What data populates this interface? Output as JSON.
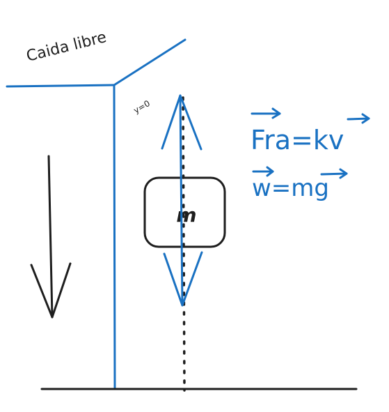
{
  "title": "Caida libre",
  "origin_label": "y=0",
  "mass_label": "m",
  "equations": [
    {
      "text": "Fra=kv",
      "vector": true
    },
    {
      "text": "w=mg",
      "vector": true
    }
  ],
  "colors": {
    "ink": "#1e1e1e",
    "blue": "#1971c2",
    "background": "#ffffff"
  }
}
